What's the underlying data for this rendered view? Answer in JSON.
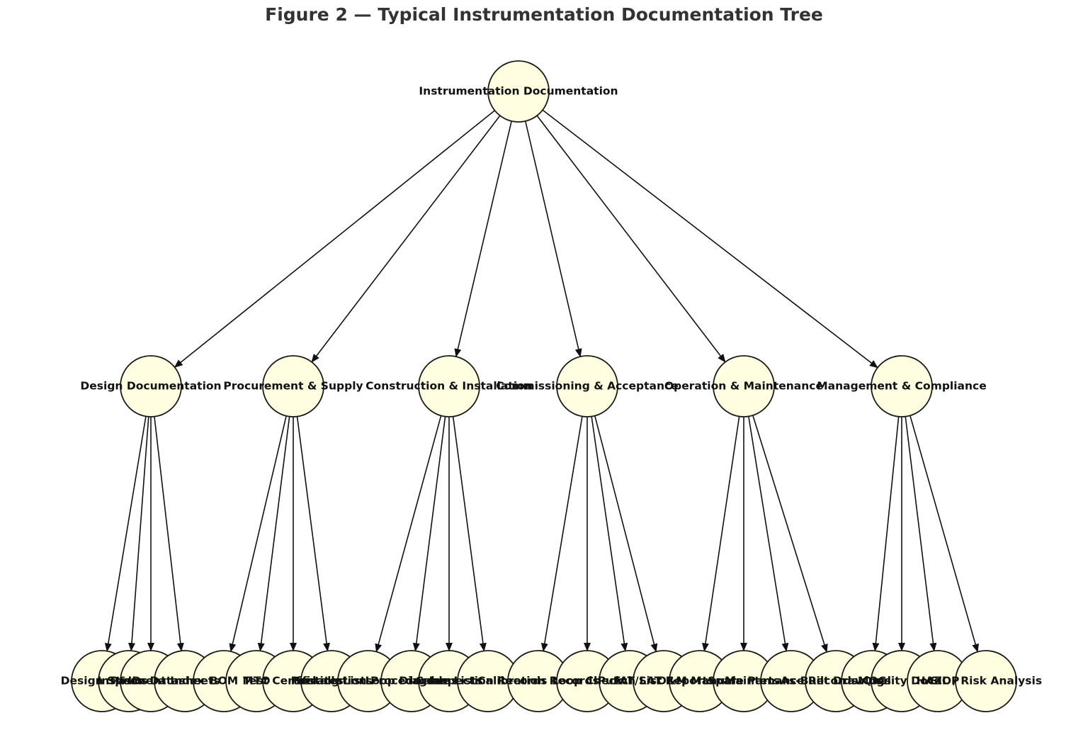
{
  "title": "Figure 2 — Typical Instrumentation Documentation Tree",
  "colors": {
    "node_fill": "#fffee0",
    "node_stroke": "#1a1a1a",
    "edge": "#111111",
    "title": "#333333"
  },
  "tree": {
    "label": "Instrumentation Documentation",
    "children": [
      {
        "label": "Design Documentation",
        "children": [
          {
            "label": "Design Specs"
          },
          {
            "label": "P&IDs"
          },
          {
            "label": "Instrument Index"
          },
          {
            "label": "Datasheets"
          }
        ]
      },
      {
        "label": "Procurement & Supply",
        "children": [
          {
            "label": "BOM"
          },
          {
            "label": "MTO"
          },
          {
            "label": "Test Certificates"
          },
          {
            "label": "Packing Lists"
          }
        ]
      },
      {
        "label": "Construction & Installation",
        "children": [
          {
            "label": "Installation Procedures"
          },
          {
            "label": "Loop Diagrams"
          },
          {
            "label": "Cable Lists"
          },
          {
            "label": "Inspection Records"
          }
        ]
      },
      {
        "label": "Commissioning & Acceptance",
        "children": [
          {
            "label": "Calibration Records"
          },
          {
            "label": "Loop Check"
          },
          {
            "label": "Punch List"
          },
          {
            "label": "FAT/SAT Reports"
          }
        ]
      },
      {
        "label": "Operation & Maintenance",
        "children": [
          {
            "label": "O&M Manuals"
          },
          {
            "label": "Spare Parts"
          },
          {
            "label": "Maintenance Records"
          },
          {
            "label": "As-Built Drawings"
          }
        ]
      },
      {
        "label": "Management & Compliance",
        "children": [
          {
            "label": "MOC"
          },
          {
            "label": "Quality Docs"
          },
          {
            "label": "HAZOP"
          },
          {
            "label": "SIL / Risk Analysis"
          }
        ]
      }
    ]
  }
}
